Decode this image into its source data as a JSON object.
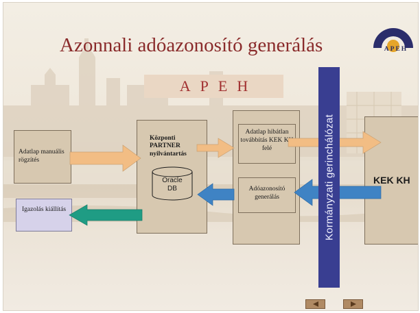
{
  "slide": {
    "title": "Azonnali adóazonosító generálás",
    "logo_text": "APEH",
    "banner": "APEH"
  },
  "boxes": {
    "manual_entry": "Adatlap manuális rögzítés",
    "partner_line1": "Központi",
    "partner_line2": "PARTNER",
    "partner_line3": "nyilvántartás",
    "oracle_line1": "Oracle",
    "oracle_line2": "DB",
    "forward_flawless": "Adatlap hibátlan továbbítás KEK KH felé",
    "tax_id_generation": "Adóazonosító generálás",
    "kek_kh": "KEK KH",
    "certificate": "Igazolás kiállítás"
  },
  "network": {
    "label": "Kormányzati gerinchálózat"
  },
  "navigation": {
    "prev_icon": "triangle-left-icon",
    "next_icon": "triangle-right-icon"
  },
  "colors": {
    "title": "#8a2b2b",
    "banner_text": "#a13030",
    "box_fill": "#d7c8b0",
    "certificate_fill": "#d6d2ea",
    "network_bar": "#393e91",
    "arrow_orange": "#f2bd84",
    "arrow_blue": "#3f83c4",
    "arrow_teal": "#1f9c84"
  }
}
